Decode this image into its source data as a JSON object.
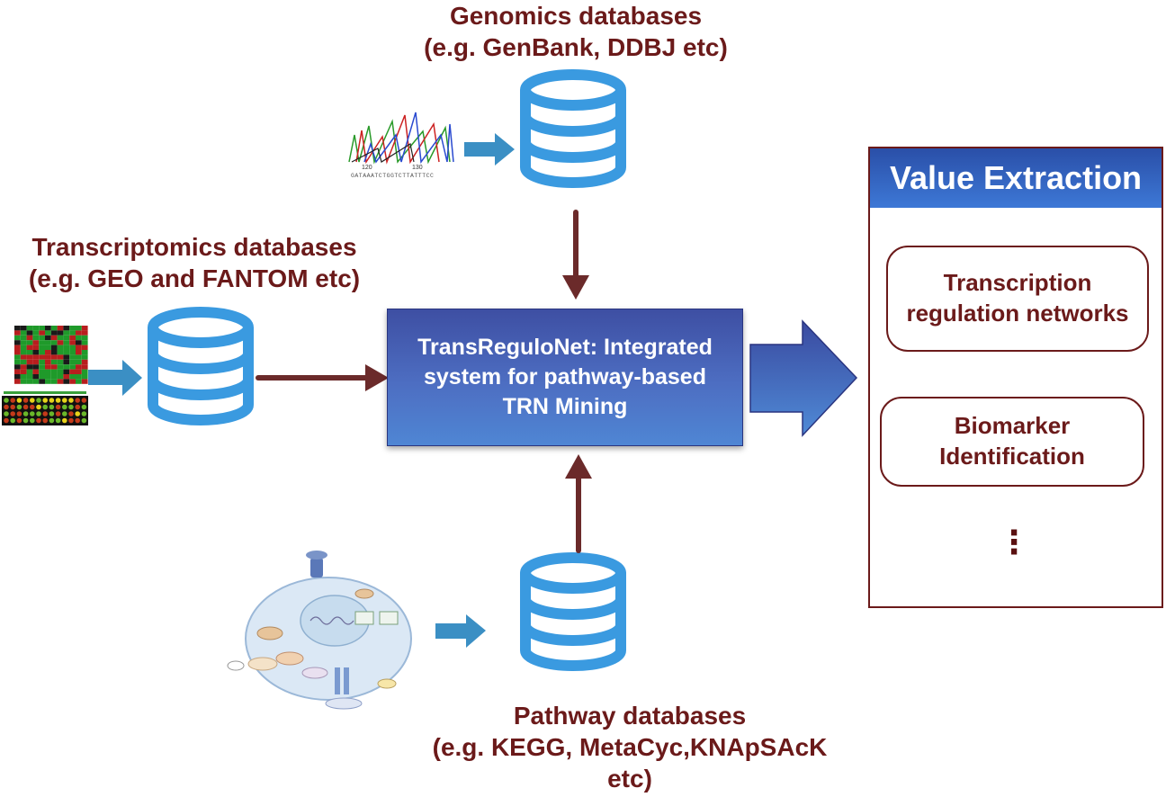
{
  "genomics": {
    "title": "Genomics databases",
    "examples": "(e.g. GenBank, DDBJ etc)",
    "chromatogram_ticks": [
      "120",
      "130"
    ],
    "chromatogram_sequence": "GATAAATCTGGTCTTATTTCC"
  },
  "transcriptomics": {
    "title": "Transcriptomics databases",
    "examples": "(e.g. GEO and FANTOM etc)"
  },
  "pathway": {
    "title": "Pathway databases",
    "examples_line1": "(e.g. KEGG, MetaCyc,KNApSAcK",
    "examples_line2": "etc)"
  },
  "central": {
    "line1": "TransReguloNet: Integrated",
    "line2": "system for pathway-based",
    "line3": "TRN Mining"
  },
  "value_extraction": {
    "title": "Value Extraction",
    "items": [
      {
        "line1": "Transcription",
        "line2": "regulation networks"
      },
      {
        "line1": "Biomarker",
        "line2": "Identification"
      }
    ],
    "more": "⋮"
  },
  "colors": {
    "database": "#3a9ae0",
    "blue_arrow": "#3b8fc4",
    "maroon": "#6b1a1a",
    "central_fill": "#4a63b8"
  },
  "icons": [
    "database-icon",
    "chromatogram-icon",
    "heatmap-icon",
    "pathway-cell-icon",
    "arrow-icon"
  ]
}
